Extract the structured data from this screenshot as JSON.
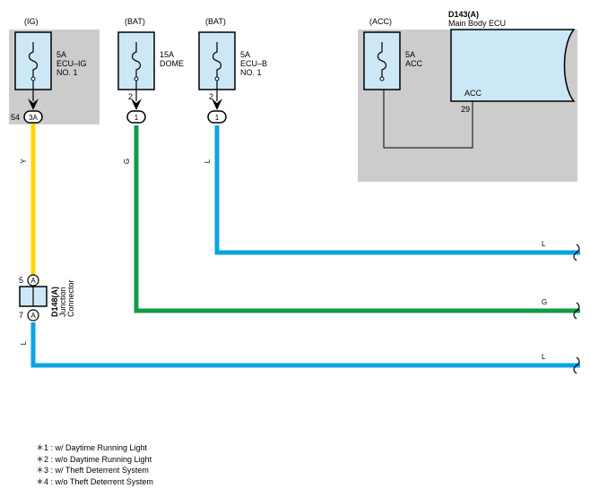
{
  "sources": {
    "ig": "(IG)",
    "bat1": "(BAT)",
    "bat2": "(BAT)",
    "acc": "(ACC)"
  },
  "fuses": {
    "ecu_ig": {
      "amp": "5A",
      "line1": "ECU–IG",
      "line2": "NO. 1"
    },
    "dome": {
      "amp": "15A",
      "line1": "DOME"
    },
    "ecu_b": {
      "amp": "5A",
      "line1": "ECU–B",
      "line2": "NO. 1"
    },
    "acc": {
      "amp": "5A",
      "line1": "ACC"
    }
  },
  "connectors": {
    "ig_pin": "54",
    "ig_code": "3A",
    "dome_pin": "2",
    "dome_code": "1",
    "ecub_pin": "2",
    "ecub_code": "1"
  },
  "ecu": {
    "code": "D143(A)",
    "name": "Main Body ECU",
    "terminal": "ACC",
    "pin": "29"
  },
  "junction": {
    "code": "D148(A)",
    "line1": "Junction",
    "line2": "Connector",
    "pin_top": "5",
    "pin_bottom": "7",
    "letter_top": "A",
    "letter_bottom": "A"
  },
  "wires": {
    "y_label": "Y",
    "g_label": "G",
    "l_label": "L",
    "l_right_top": "L",
    "g_right": "G",
    "l_right_bottom": "L",
    "l_left_bottom": "L",
    "colors": {
      "yellow": "#FFD500",
      "green": "#129A48",
      "blue": "#0AA4E4",
      "box": "#CCCCCC",
      "ecu_fill": "#CCE8F7",
      "fuse_fill": "#CCE8F7"
    }
  },
  "notes": [
    "＊1 : w/ Daytime Running Light",
    "＊2 : w/o Daytime Running Light",
    "＊3 : w/ Theft Deterrent System",
    "＊4 : w/o Theft Deterrent System"
  ]
}
